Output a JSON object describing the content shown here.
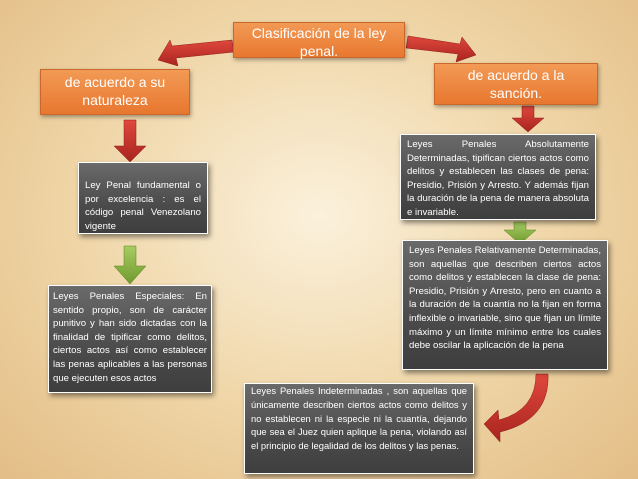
{
  "title": "Clasificación de la ley penal.",
  "left_heading": "de acuerdo a su naturaleza",
  "right_heading": "de acuerdo a la sanción.",
  "left_boxes": {
    "ley_penal_fundamental": "Ley Penal fundamental o por excelencia : es el código penal Venezolano  vigente",
    "leyes_especiales": "Leyes Penales Especiales: En sentido propio, son de carácter punitivo y han sido dictadas con la finalidad de tipificar como delitos, ciertos actos así como establecer las penas aplicables a las personas que ejecuten esos actos"
  },
  "right_boxes": {
    "absolutamente_determinadas": "Leyes Penales Absolutamente Determinadas, tipifican ciertos actos como delitos y establecen las clases de pena: Presidio, Prisión y Arresto. Y además fijan la duración de la pena de manera absoluta e invariable.",
    "relativamente_determinadas": "Leyes Penales Relativamente Determinadas, son aquellas que describen ciertos actos como delitos y establecen la clase de pena: Presidio, Prisión y Arresto, pero en cuanto a la duración de la cuantía no la fijan en forma inflexible o invariable, sino que fijan un límite máximo y un límite mínimo entre los cuales debe oscilar la aplicación de la pena",
    "indeterminadas": "Leyes Penales Indeterminadas , son aquellas que únicamente describen ciertos actos como delitos y no establecen ni la especie ni la cuantía, dejando que sea el Juez quien aplique la pena, violando así el principio de legalidad de los delitos y las penas."
  },
  "colors": {
    "orange_box": "#e8772f",
    "gray_box": "#4b4b4b",
    "arrow_red": "#c9322c",
    "background": "#efd5a6"
  }
}
